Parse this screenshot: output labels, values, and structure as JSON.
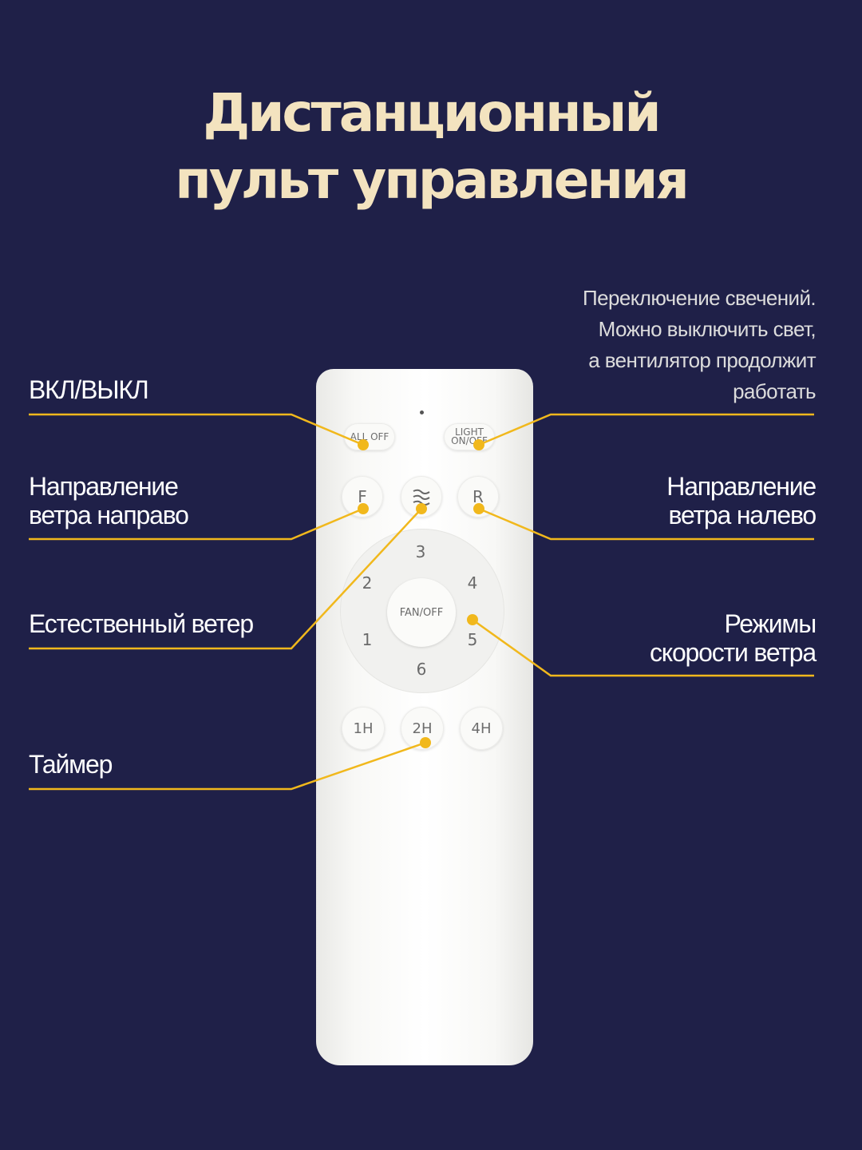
{
  "title": {
    "line1": "Дистанционный",
    "line2": "пульт управления"
  },
  "labels": {
    "power": "ВКЛ/ВЫКЛ",
    "wind_right": [
      "Направление",
      "ветра направо"
    ],
    "natural_wind": "Естественный ветер",
    "timer": "Таймер",
    "wind_left": [
      "Направление",
      "ветра налево"
    ],
    "speed_modes": [
      "Режимы",
      "скорости ветра"
    ],
    "light_note": [
      "Переключение свечений.",
      "Можно выключить свет,",
      "а вентилятор продолжит",
      "работать"
    ]
  },
  "remote": {
    "all_off": "ALL OFF",
    "light": [
      "LIGHT",
      "ON/OFF"
    ],
    "forward": "F",
    "natural_icon": "wind-icon",
    "reverse": "R",
    "fan_off": "FAN/OFF",
    "speeds": [
      "1",
      "2",
      "3",
      "4",
      "5",
      "6"
    ],
    "timers": [
      "1H",
      "2H",
      "4H"
    ]
  },
  "colors": {
    "background": "#1f2048",
    "title": "#f3e3bf",
    "accent_line": "#f1b81c",
    "remote_body": "#ffffff"
  }
}
